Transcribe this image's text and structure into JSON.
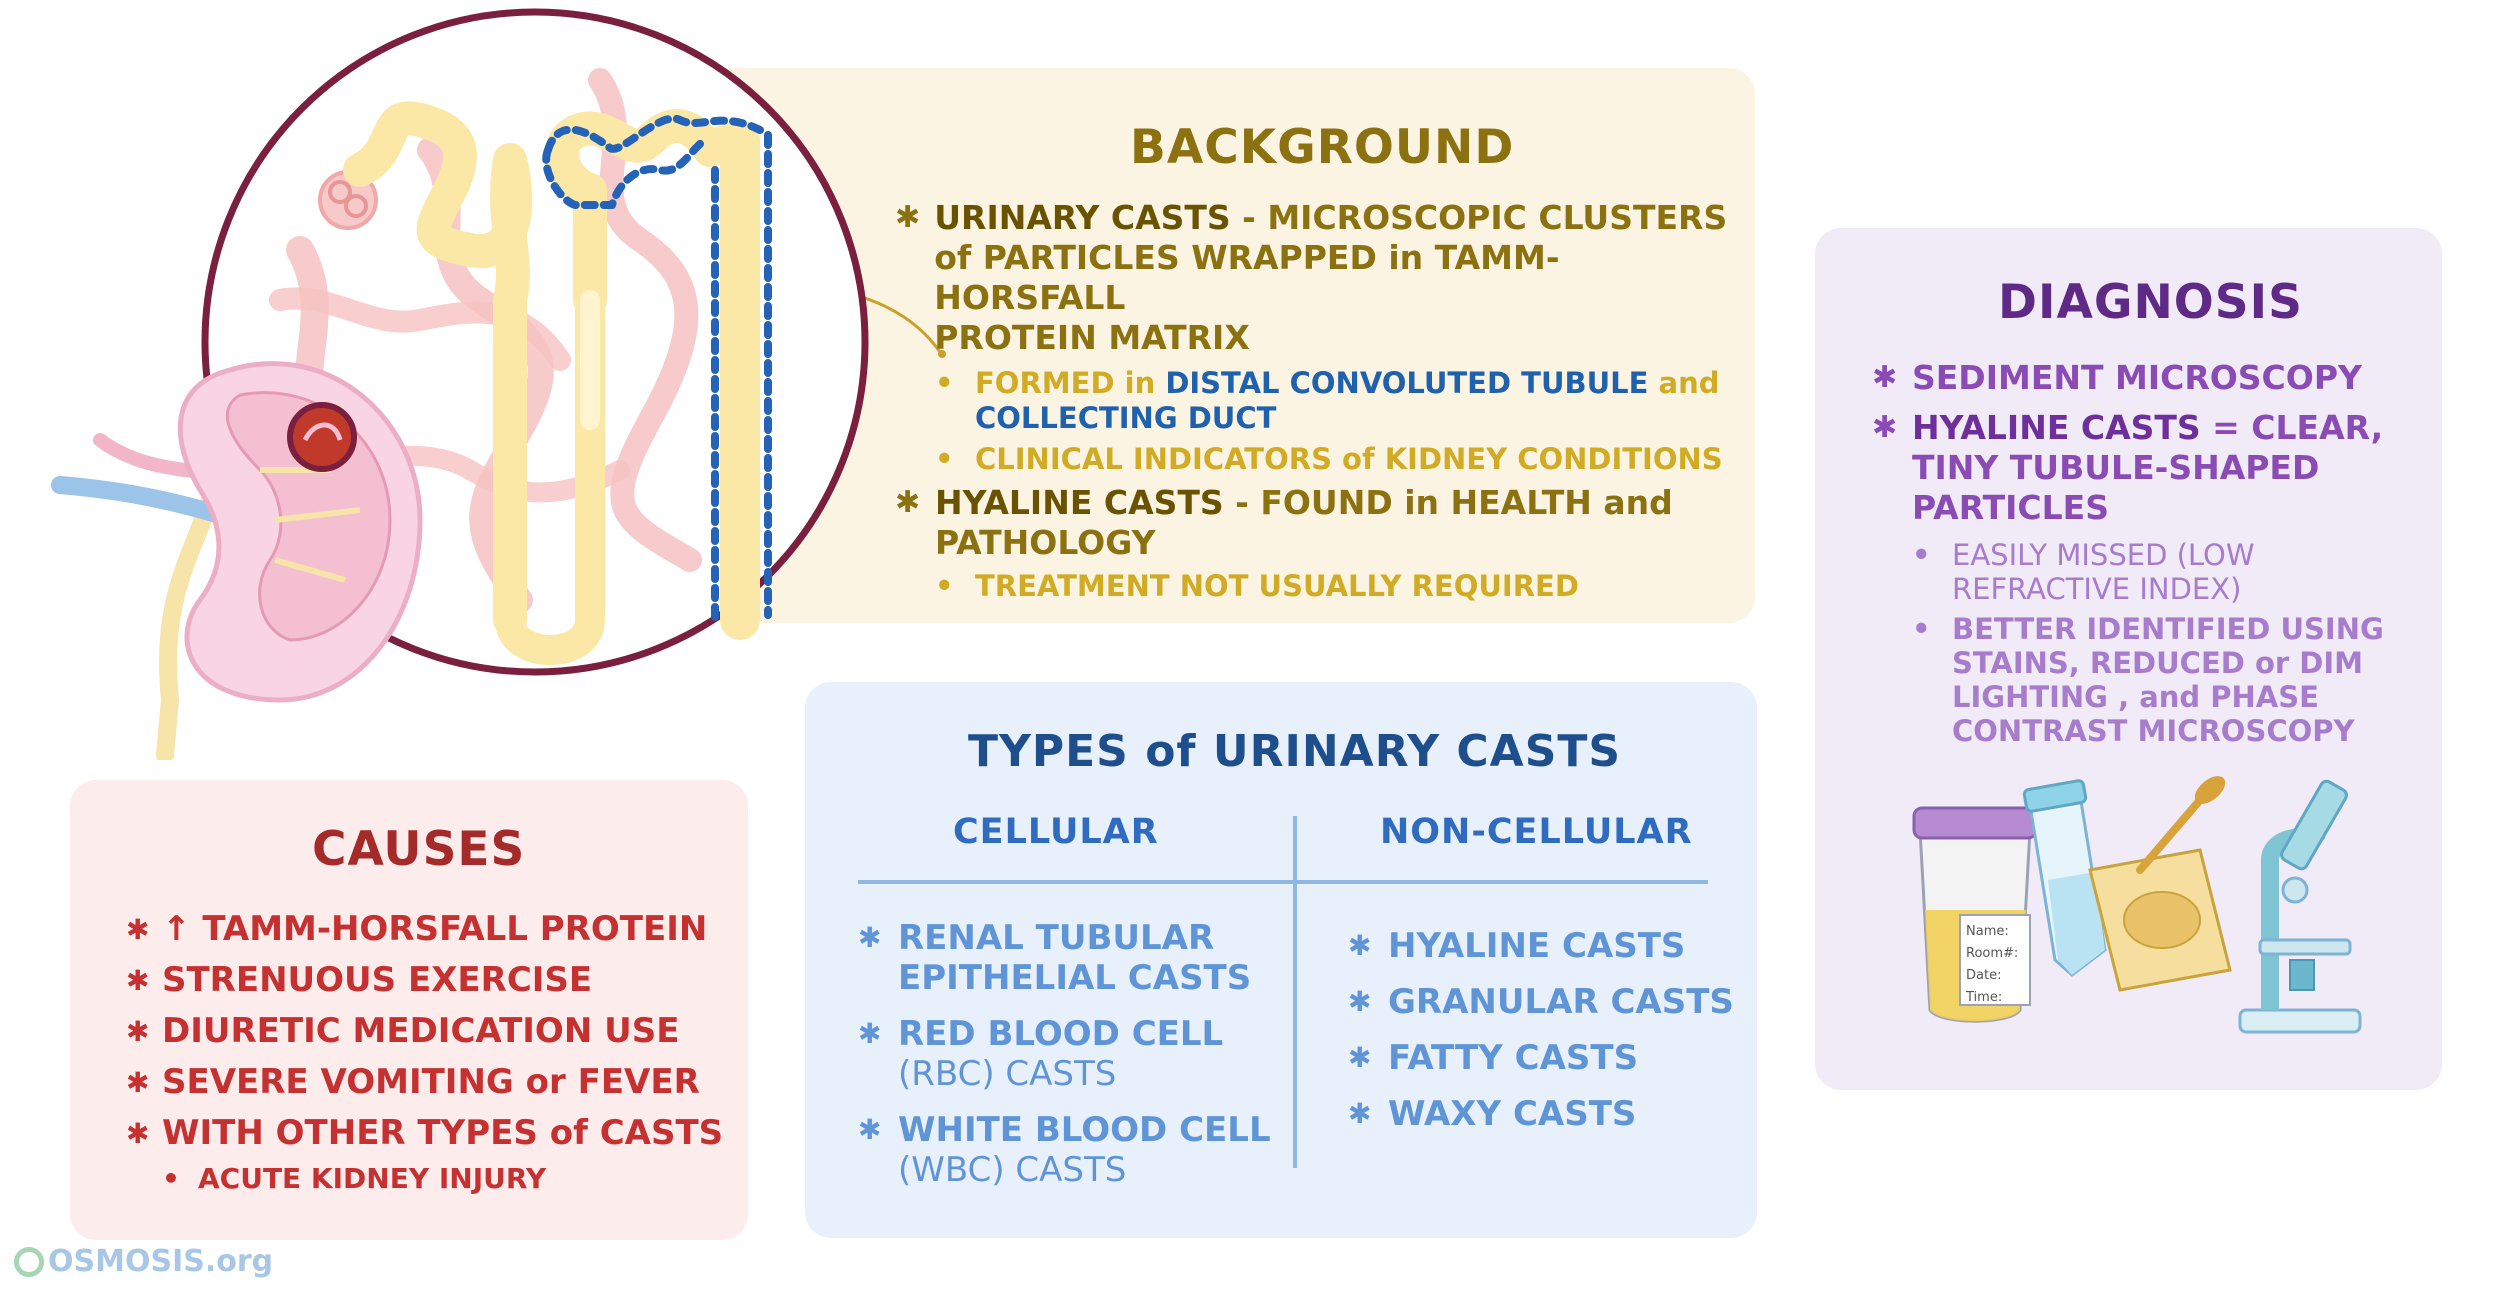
{
  "background": {
    "title": "BACKGROUND",
    "item1_head": "URINARY CASTS",
    "item1_rest": " - MICROSCOPIC CLUSTERS",
    "item1_l2": "of PARTICLES WRAPPED in TAMM-HORSFALL",
    "item1_l3": "PROTEIN MATRIX",
    "sub1a_pre": "FORMED in ",
    "sub1a_blue1": "DISTAL CONVOLUTED TUBULE",
    "sub1a_and": " and",
    "sub1a_blue2": "COLLECTING DUCT",
    "sub1b": "CLINICAL INDICATORS of KIDNEY CONDITIONS",
    "item2_head": "HYALINE CASTS",
    "item2_rest": " - FOUND in HEALTH and",
    "item2_l2": "PATHOLOGY",
    "sub2a": "TREATMENT NOT USUALLY REQUIRED"
  },
  "diagnosis": {
    "title": "DIAGNOSIS",
    "item1": "SEDIMENT MICROSCOPY",
    "item2_head": "HYALINE CASTS",
    "item2_rest": " = CLEAR,",
    "item2_l2": "TINY TUBULE-SHAPED",
    "item2_l3": "PARTICLES",
    "sub1_l1": "EASILY MISSED (LOW",
    "sub1_l2": "REFRACTIVE INDEX)",
    "sub2_l1": "BETTER IDENTIFIED USING",
    "sub2_l2": "STAINS, REDUCED or DIM",
    "sub2_l3": "LIGHTING , and PHASE",
    "sub2_l4": "CONTRAST MICROSCOPY",
    "jar_labels": [
      "Name:",
      "Room#:",
      "Date:",
      "Time:"
    ]
  },
  "causes": {
    "title": "CAUSES",
    "items": [
      "↑ TAMM-HORSFALL PROTEIN",
      "STRENUOUS EXERCISE",
      "DIURETIC MEDICATION USE",
      "SEVERE VOMITING or FEVER",
      "WITH OTHER TYPES of CASTS"
    ],
    "sub": "ACUTE KIDNEY INJURY"
  },
  "types": {
    "title": "TYPES of URINARY CASTS",
    "col1_header": "CELLULAR",
    "col2_header": "NON-CELLULAR",
    "cellular": [
      {
        "l1": "RENAL TUBULAR",
        "l2": "EPITHELIAL CASTS"
      },
      {
        "l1": "RED BLOOD CELL",
        "l2": "(RBC) CASTS"
      },
      {
        "l1": "WHITE BLOOD CELL",
        "l2": "(WBC) CASTS"
      }
    ],
    "noncellular": [
      "HYALINE CASTS",
      "GRANULAR CASTS",
      "FATTY CASTS",
      "WAXY CASTS"
    ]
  },
  "logo": {
    "text": "OSMOSIS.org"
  },
  "colors": {
    "bg_panel": "#fcf4e3",
    "bg_title": "#8c7111",
    "bg_text": "#8c7111",
    "bg_sub": "#d1ab24",
    "blue_term": "#1f61ad",
    "dx_panel": "#f1eaf7",
    "dx_title": "#5e2a86",
    "dx_text": "#8a4bb5",
    "dx_sub": "#a77ccc",
    "causes_panel": "#fcecec",
    "causes_title": "#a52a2a",
    "causes_text": "#c53030",
    "types_panel": "#e8f1fb",
    "types_title": "#1f4e8c",
    "types_header": "#2f6bbf",
    "types_text": "#5f95d6",
    "circle_border": "#7a1f3d",
    "logo_color": "#a8c6e6"
  }
}
